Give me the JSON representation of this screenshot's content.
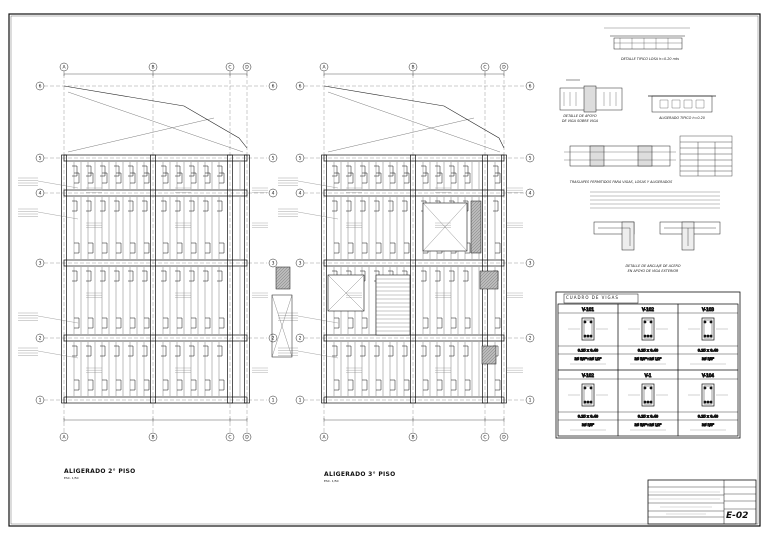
{
  "plans": [
    {
      "title": "ALIGERADO 2° PISO",
      "scale": "ESC. 1/50"
    },
    {
      "title": "ALIGERADO 3° PISO",
      "scale": "ESC. 1/50"
    }
  ],
  "axes": {
    "columns": [
      "A",
      "B",
      "C",
      "D"
    ],
    "rows": [
      "1",
      "2",
      "3",
      "4",
      "5",
      "6"
    ]
  },
  "details": {
    "top": "DETALLE TIPICO LOSA  h=0.20 mts",
    "support": [
      "DETALLE DE APOYO",
      "DE VIGA SOBRE VIGA"
    ],
    "bar": "ALIGERADO TIPICO h=0.20",
    "overlap": "TRASLAPES PERMITIDOS PARA VIGAS, LOSAS Y ALIGERADOS",
    "anchor": [
      "DETALLE DE ANCLAJE DE ACERO",
      "EN APOYO DE VIGA EXTERIOR"
    ]
  },
  "beam_table": {
    "title": "CUADRO DE VIGAS",
    "beams": [
      {
        "name": "V-101",
        "section": "0.25 x 0.40",
        "steel": "3Ø 5/8\"+2Ø 1/2\""
      },
      {
        "name": "V-102",
        "section": "0.25 x 0.40",
        "steel": "3Ø 5/8\"+2Ø 1/2\""
      },
      {
        "name": "V-103",
        "section": "0.25 x 0.40",
        "steel": "3Ø 5/8\""
      },
      {
        "name": "V-102",
        "section": "0.25 x 0.40",
        "steel": "3Ø 5/8\""
      },
      {
        "name": "V-1",
        "section": "0.25 x 0.40",
        "steel": "3Ø 5/8\"+2Ø 1/2\""
      },
      {
        "name": "V-104",
        "section": "0.25 x 0.40",
        "steel": "3Ø 5/8\""
      }
    ]
  },
  "title_block": {
    "sheet": "E-02"
  }
}
